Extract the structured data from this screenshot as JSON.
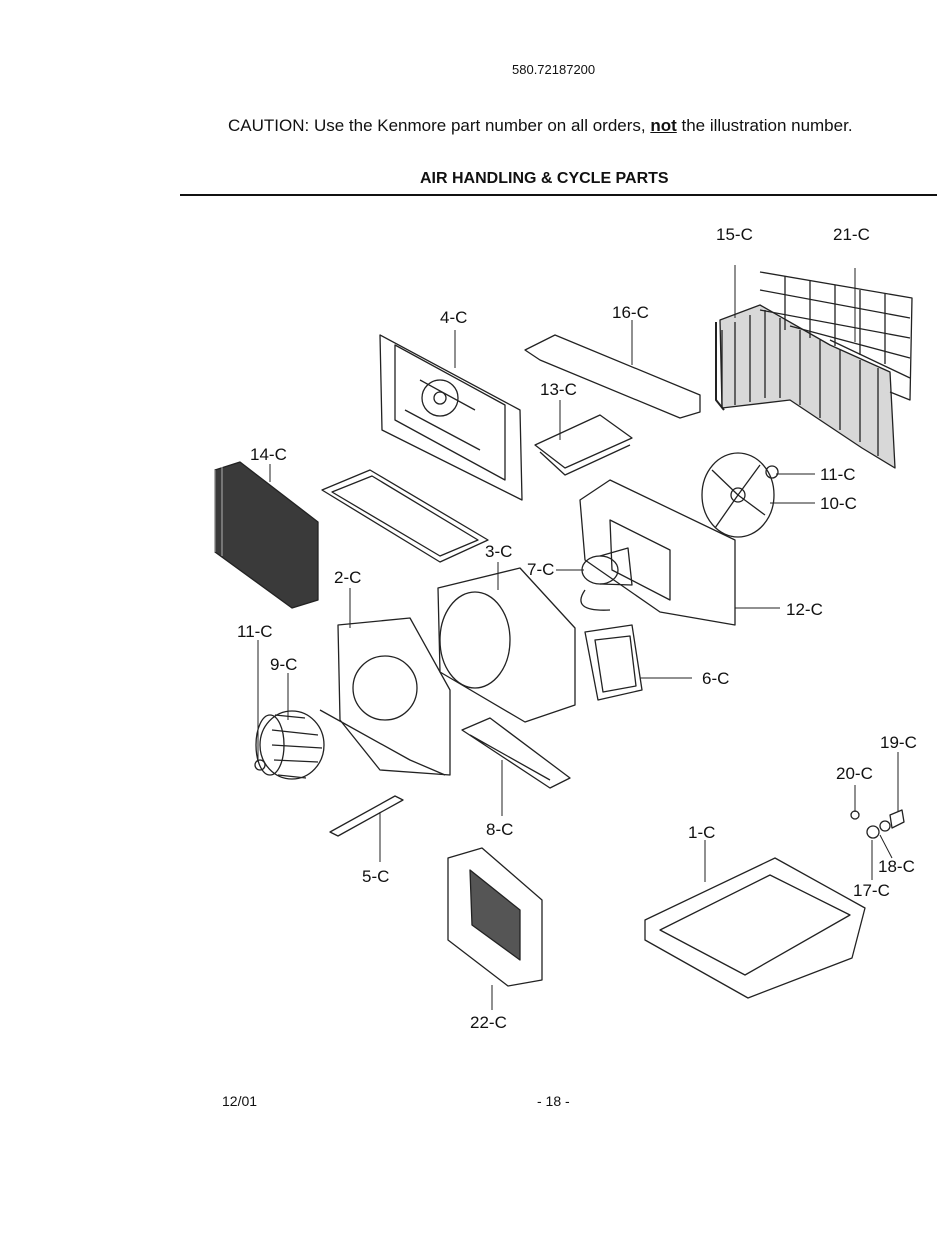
{
  "header": {
    "model_number": "580.72187200",
    "caution_prefix": "CAUTION: Use the Kenmore part number on all orders, ",
    "caution_emphasis": "not",
    "caution_suffix": " the illustration number.",
    "section_title": "AIR HANDLING & CYCLE PARTS"
  },
  "diagram": {
    "part_labels": [
      "15-C",
      "21-C",
      "4-C",
      "16-C",
      "13-C",
      "14-C",
      "11-C",
      "10-C",
      "3-C",
      "7-C",
      "2-C",
      "12-C",
      "11-C",
      "9-C",
      "6-C",
      "19-C",
      "20-C",
      "8-C",
      "1-C",
      "18-C",
      "5-C",
      "17-C",
      "22-C"
    ]
  },
  "footer": {
    "date": "12/01",
    "page_number": "- 18 -"
  }
}
